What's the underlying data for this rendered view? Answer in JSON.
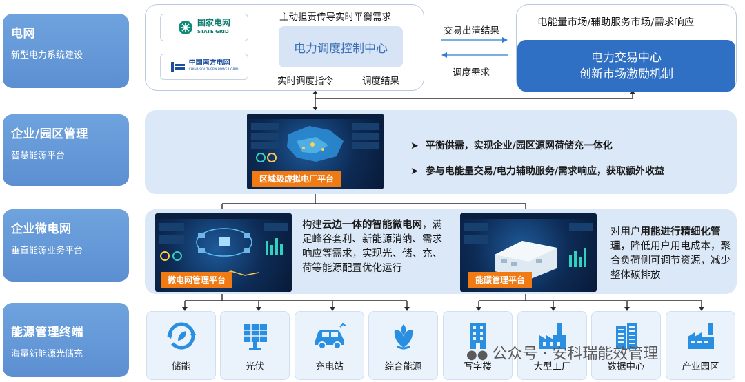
{
  "left_labels": [
    {
      "title": "电网",
      "subtitle": "新型电力系统建设"
    },
    {
      "title": "企业/园区管理",
      "subtitle": "智慧能源平台"
    },
    {
      "title": "企业微电网",
      "subtitle": "垂直能源业务平台"
    },
    {
      "title": "能源管理终端",
      "subtitle": "海量新能源光储充"
    }
  ],
  "grid": {
    "logo_state_grid_cn": "国家电网",
    "logo_state_grid_en": "STATE GRID",
    "logo_csg_cn": "中国南方电网",
    "logo_csg_en": "CHINA SOUTHERN POWER GRID",
    "top_label": "主动担责传导实时平衡需求",
    "control_center": "电力调度控制中心",
    "bottom_left": "实时调度指令",
    "bottom_right": "调度结果",
    "arrow_top": "交易出清结果",
    "arrow_bottom": "调度需求",
    "market_title": "电能量市场/辅助服务市场/需求响应",
    "trade_center_line1": "电力交易中心",
    "trade_center_line2": "创新市场激励机制"
  },
  "enterprise": {
    "screen_tag": "区域级虚拟电厂平台",
    "bullets": [
      "平衡供需，实现企业/园区源网荷储充一体化",
      "参与电能量交易/电力辅助服务/需求响应，获取额外收益"
    ]
  },
  "microgrid": {
    "screen1_tag": "微电网管理平台",
    "text1_prefix": "构建",
    "text1_bold": "云边一体的智能微电网",
    "text1_rest": "，满足峰谷套利、新能源消纳、需求响应等需求，实现光、储、充、荷等能源配置优化运行",
    "screen2_tag": "能碳管理平台",
    "text2_prefix": "对用户",
    "text2_bold": "用能进行精细化管理",
    "text2_rest": "，降低用户用电成本，聚合负荷侧可调节资源，减少整体碳排放"
  },
  "terminals": [
    {
      "label": "储能",
      "icon": "recycle-icon"
    },
    {
      "label": "光伏",
      "icon": "solar-panel-icon"
    },
    {
      "label": "充电站",
      "icon": "electric-car-icon"
    },
    {
      "label": "综合能源",
      "icon": "leaf-icon"
    },
    {
      "label": "写字楼",
      "icon": "office-building-icon"
    },
    {
      "label": "大型工厂",
      "icon": "factory-icon"
    },
    {
      "label": "数据中心",
      "icon": "data-center-icon"
    },
    {
      "label": "产业园区",
      "icon": "industrial-park-icon"
    }
  ],
  "watermark": "公众号 · 安科瑞能效管理",
  "colors": {
    "side_blue": "#5b8fd1",
    "band_blue": "#dbe8f7",
    "trade_blue": "#2f6fc4",
    "tag_orange": "#f07a14",
    "icon_blue": "#2a8fe0"
  }
}
